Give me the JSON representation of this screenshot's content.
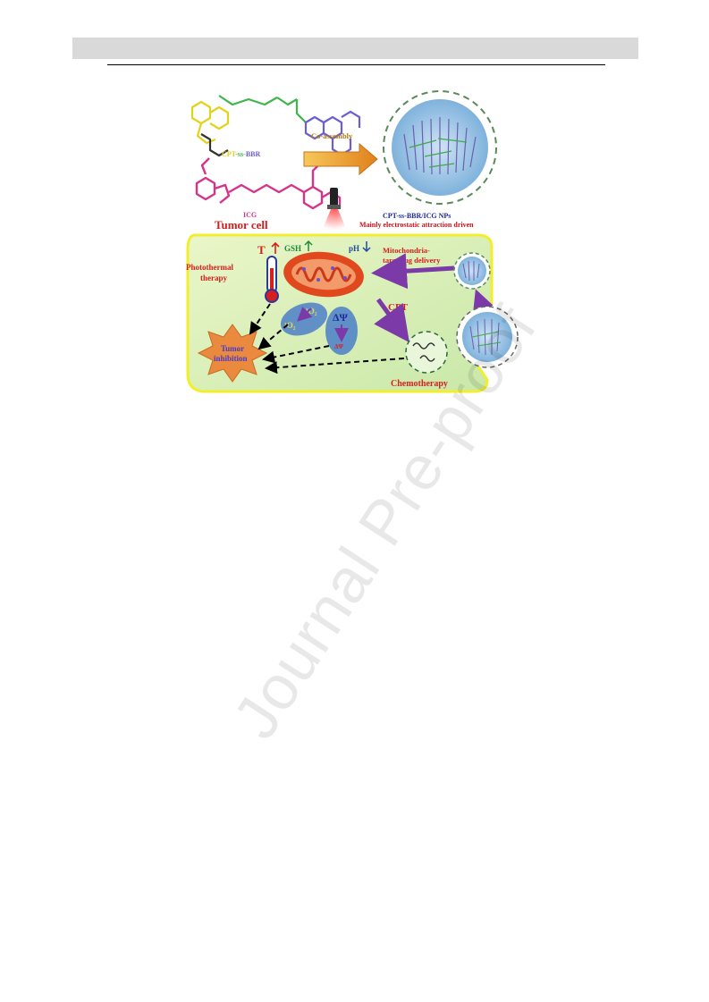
{
  "figure": {
    "labels": {
      "prodrug_cpt": "CPT",
      "prodrug_ss": "-ss-",
      "prodrug_bbr": "BBR",
      "co_assembly": "Co-assembly",
      "icg": "ICG",
      "tumor_cell": "Tumor cell",
      "nps_name": "CPT-ss-BBR/ICG NPs",
      "nps_driven": "Mainly electrostatic attraction driven",
      "temp_t": "T",
      "gsh": "GSH",
      "ph": "pH",
      "mito_line1": "Mitochondria-",
      "mito_line2": "targeting delivery",
      "photothermal_line1": "Photothermal",
      "photothermal_line2": "therapy",
      "cpt": "CPT",
      "ros": "¹O₂",
      "delta_psi": "ΔΨ",
      "delta_psi_small": "ΔΨ",
      "tumor_line1": "Tumor",
      "tumor_line2": "inhibition",
      "chemotherapy": "Chemotherapy"
    },
    "colors": {
      "cell_fill": "#dff0b8",
      "cell_border": "#f2ee2e",
      "mito": "#e0481e",
      "arrow_purple": "#7b3aa8",
      "red_label": "#d81e1e",
      "blue_label": "#1f2a9c",
      "green_label": "#1f8a3a",
      "np_fill": "#a9cde9",
      "star_fill": "#e98a3e"
    }
  },
  "watermark": "Journal Pre-proof"
}
